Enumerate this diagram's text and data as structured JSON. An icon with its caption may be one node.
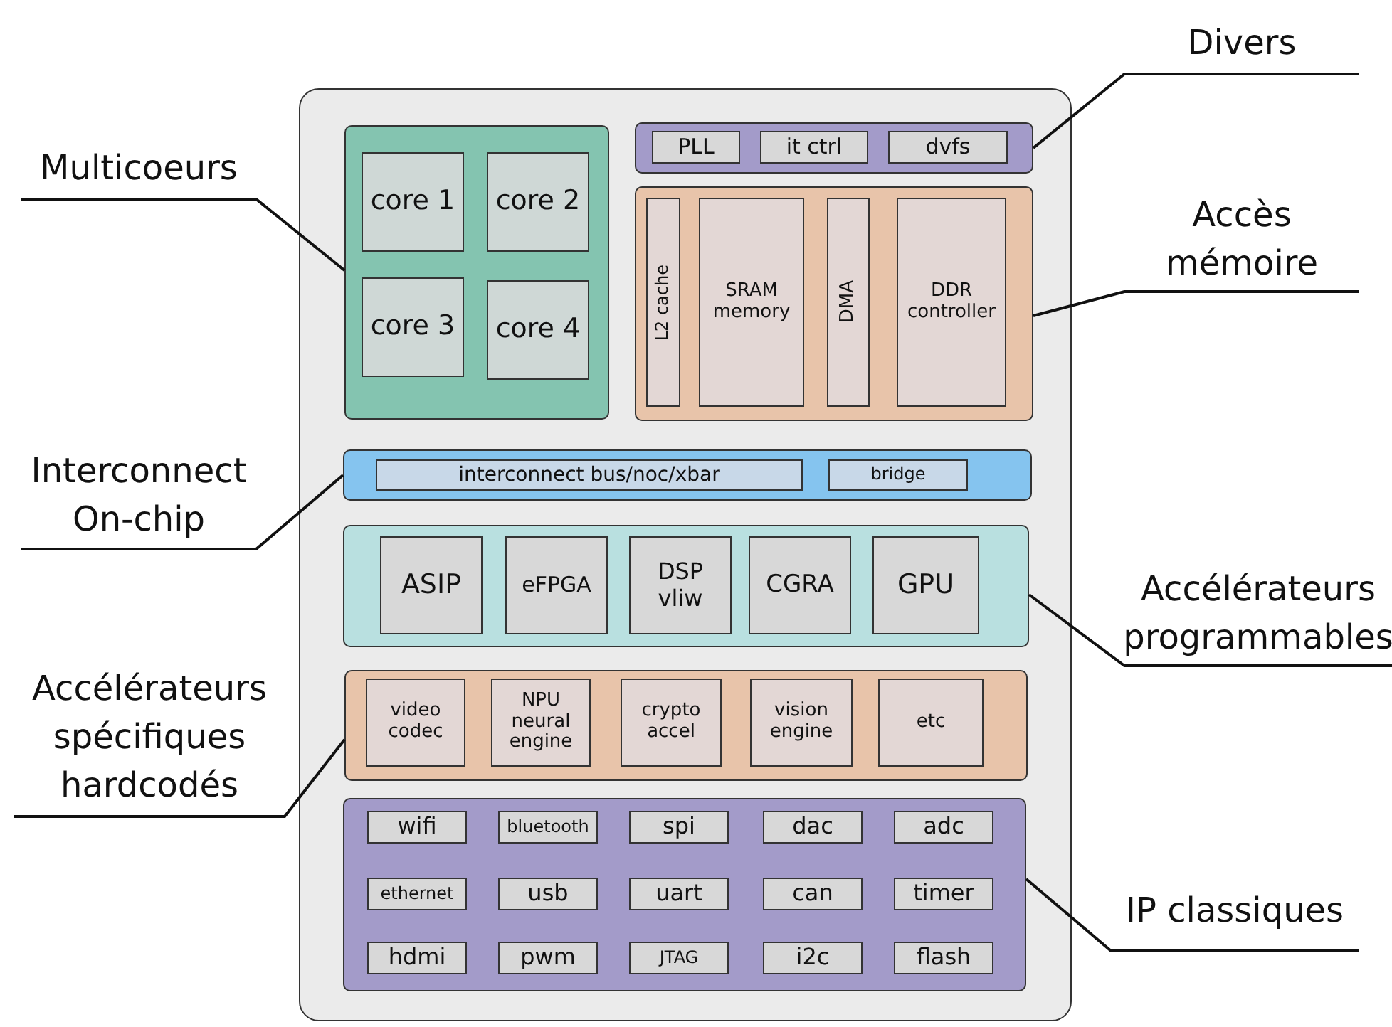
{
  "diagram": {
    "nodes": [
      {
        "text": [],
        "shape": "box"
      },
      {
        "text": [],
        "shape": "box",
        "in": 0
      },
      {
        "text": [
          "core 1"
        ],
        "in": 1
      },
      {
        "text": [
          "core 2"
        ],
        "in": 1
      },
      {
        "text": [
          "core 3"
        ],
        "in": 1
      },
      {
        "text": [
          "core 4"
        ],
        "in": 1
      },
      {
        "text": [],
        "shape": "box",
        "in": 0
      },
      {
        "text": [
          "PLL"
        ],
        "in": 6
      },
      {
        "text": [
          "it ctrl"
        ],
        "in": 6
      },
      {
        "text": [
          "dvfs"
        ],
        "in": 6
      },
      {
        "text": [],
        "shape": "box",
        "in": 0
      },
      {
        "text": [
          "L2 cache"
        ],
        "in": 10
      },
      {
        "text": [
          "SRAM memory"
        ],
        "in": 10
      },
      {
        "text": [
          "DMA"
        ],
        "in": 10
      },
      {
        "text": [
          "DDR controller"
        ],
        "in": 10
      },
      {
        "text": [],
        "shape": "box",
        "in": 0
      },
      {
        "text": [
          "interconnect bus/noc/xbar"
        ],
        "in": 15
      },
      {
        "text": [
          "bridge"
        ],
        "in": 15
      },
      {
        "text": [],
        "shape": "box",
        "in": 0
      },
      {
        "text": [
          "ASIP"
        ],
        "in": 18
      },
      {
        "text": [
          "eFPGA"
        ],
        "in": 18
      },
      {
        "text": [
          "DSP vliw"
        ],
        "in": 18
      },
      {
        "text": [
          "CGRA"
        ],
        "in": 18
      },
      {
        "text": [
          "GPU"
        ],
        "in": 18
      },
      {
        "text": [],
        "shape": "box",
        "in": 0
      },
      {
        "text": [
          "video codec"
        ],
        "in": 24
      },
      {
        "text": [
          "NPU neural engine"
        ],
        "in": 24
      },
      {
        "text": [
          "crypto accel"
        ],
        "in": 24
      },
      {
        "text": [
          "vision engine"
        ],
        "in": 24
      },
      {
        "text": [
          "etc"
        ],
        "in": 24
      },
      {
        "text": [],
        "shape": "box",
        "in": 0
      },
      {
        "text": [
          "wifi"
        ],
        "in": 30
      },
      {
        "text": [
          "bluetooth"
        ],
        "in": 30
      },
      {
        "text": [
          "spi"
        ],
        "in": 30
      },
      {
        "text": [
          "dac"
        ],
        "in": 30
      },
      {
        "text": [
          "adc"
        ],
        "in": 30
      },
      {
        "text": [
          "ethernet"
        ],
        "in": 30
      },
      {
        "text": [
          "usb"
        ],
        "in": 30
      },
      {
        "text": [
          "uart"
        ],
        "in": 30
      },
      {
        "text": [
          "can"
        ],
        "in": 30
      },
      {
        "text": [
          "timer"
        ],
        "in": 30
      },
      {
        "text": [
          "hdmi"
        ],
        "in": 30
      },
      {
        "text": [
          "pwm"
        ],
        "in": 30
      },
      {
        "text": [
          "JTAG"
        ],
        "in": 30
      },
      {
        "text": [
          "i2c"
        ],
        "in": 30
      },
      {
        "text": [
          "flash"
        ],
        "in": 30
      },
      {
        "text": [
          "Multicoeurs"
        ]
      },
      {
        "text": [
          "Divers"
        ]
      },
      {
        "text": [
          "Accès mémoire"
        ]
      },
      {
        "text": [
          "Interconnect On-chip"
        ]
      },
      {
        "text": [
          "Accélérateurs programmables"
        ]
      },
      {
        "text": [
          "Accélérateurs spécifiques hardcodés"
        ]
      },
      {
        "text": [
          "IP classiques"
        ]
      }
    ],
    "edges": [
      {
        "from": 46,
        "to": 1,
        "arrow": "none"
      },
      {
        "from": 47,
        "to": 6,
        "arrow": "none"
      },
      {
        "from": 48,
        "to": 10,
        "arrow": "none"
      },
      {
        "from": 49,
        "to": 15,
        "arrow": "none"
      },
      {
        "from": 50,
        "to": 18,
        "arrow": "none"
      },
      {
        "from": 51,
        "to": 24,
        "arrow": "none"
      },
      {
        "from": 52,
        "to": 30,
        "arrow": "none"
      }
    ]
  }
}
